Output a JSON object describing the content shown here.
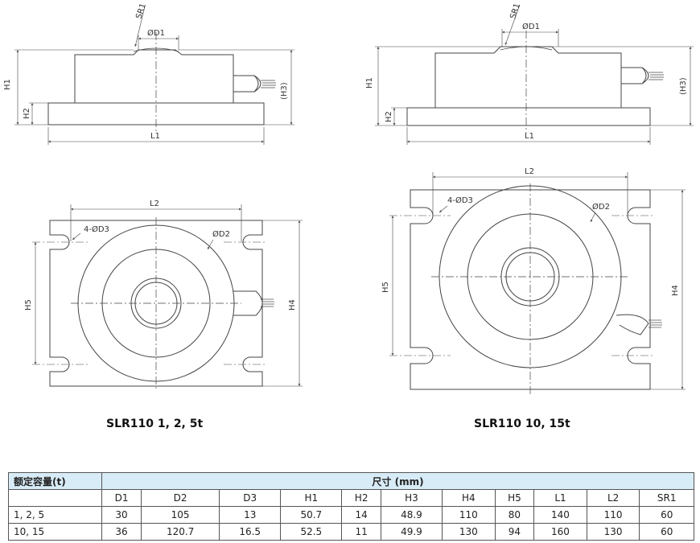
{
  "labels": {
    "sr1": "SR1",
    "d1": "ØD1",
    "h1": "H1",
    "h2": "H2",
    "h3": "(H3)",
    "l1": "L1",
    "l2": "L2",
    "d3": "4-ØD3",
    "d2": "ØD2",
    "h4": "H4",
    "h5": "H5"
  },
  "captions": {
    "left": "SLR110 1, 2, 5t",
    "right": "SLR110 10, 15t"
  },
  "table": {
    "capacity_header": "额定容量(t)",
    "dimensions_header": "尺寸 (mm)",
    "columns": [
      "D1",
      "D2",
      "D3",
      "H1",
      "H2",
      "H3",
      "H4",
      "H5",
      "L1",
      "L2",
      "SR1"
    ],
    "rows": [
      {
        "capacity": "1, 2, 5",
        "values": [
          "30",
          "105",
          "13",
          "50.7",
          "14",
          "48.9",
          "110",
          "80",
          "140",
          "110",
          "60"
        ]
      },
      {
        "capacity": "10, 15",
        "values": [
          "36",
          "120.7",
          "16.5",
          "52.5",
          "11",
          "49.9",
          "130",
          "94",
          "160",
          "130",
          "60"
        ]
      }
    ]
  }
}
